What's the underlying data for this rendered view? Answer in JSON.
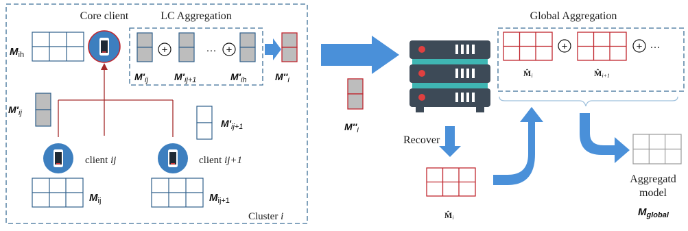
{
  "colors": {
    "blue_border": "#2e5f8a",
    "red_border": "#c0262e",
    "grey_fill": "#bdbdbd",
    "arrow_blue": "#4a90d9",
    "dashed": "#3b6e96",
    "server_dark": "#3d4a57",
    "server_teal": "#3fb6b3",
    "phone_circle": "#3d7fbf",
    "link_red": "#a52a2a",
    "grey_border": "#9a9a9a"
  },
  "cluster": {
    "label_prefix": "Cluster",
    "label_var": "i",
    "core_client_label": "Core client",
    "lc_aggregation_title": "LC Aggregation",
    "matrix_labels": {
      "m_ih": {
        "base": "M",
        "sub": "ih"
      },
      "m_ij": {
        "base": "M",
        "sub": "ij"
      },
      "m_ij1": {
        "base": "M",
        "sub": "ij+1"
      }
    },
    "vector_labels": {
      "mp_ij": {
        "base": "M'",
        "sub": "ij"
      },
      "mp_ij1": {
        "base": "M'",
        "sub": "ij+1"
      }
    },
    "lc_terms": [
      {
        "base": "M'",
        "sub": "ij"
      },
      {
        "base": "M'",
        "sub": "ij+1"
      },
      {
        "base": "M'",
        "sub": "ih"
      }
    ],
    "lc_result": {
      "base": "M''",
      "sub": "i"
    },
    "plus": "+",
    "ellipsis": "···",
    "client_j": {
      "prefix": "client ",
      "var": "ij"
    },
    "client_j1": {
      "prefix": "client ",
      "var": "ij+1"
    }
  },
  "server": {
    "transfer_label": {
      "base": "M''",
      "sub": "i"
    },
    "recover_label": "Recover",
    "recovered_label": {
      "base": "M̂",
      "sub": "i"
    }
  },
  "global": {
    "title": "Global Aggregation",
    "terms": [
      {
        "base": "M̂",
        "sub": "i"
      },
      {
        "base": "M̂",
        "sub": "i+1"
      }
    ],
    "ellipsis": "···",
    "plus": "+",
    "output_line1": "Aggregatd",
    "output_line2": "model",
    "output_symbol": {
      "base": "M",
      "sub": "global"
    }
  }
}
